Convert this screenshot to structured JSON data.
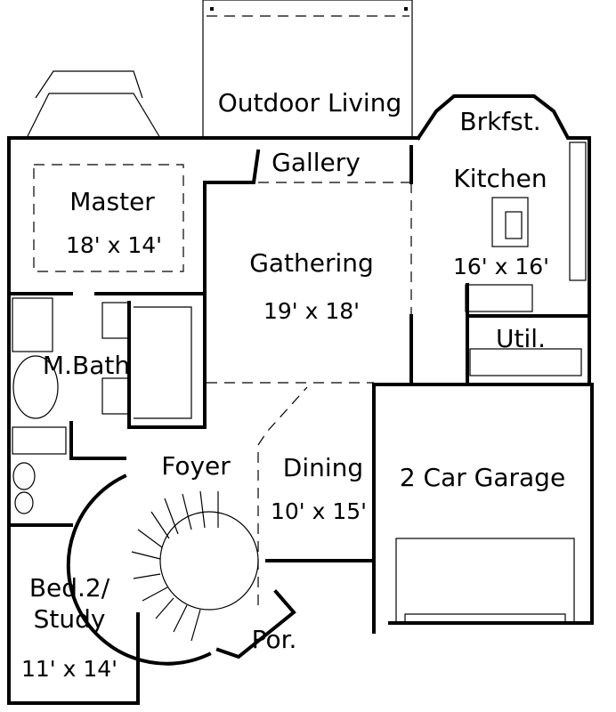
{
  "rooms": [
    {
      "name": "Outdoor Living",
      "size": ""
    },
    {
      "name": "Brkfst.",
      "size": ""
    },
    {
      "name": "Gallery",
      "size": ""
    },
    {
      "name": "Kitchen",
      "size": "16' x 16'"
    },
    {
      "name": "Master",
      "size": "18' x 14'"
    },
    {
      "name": "Gathering",
      "size": "19' x 18'"
    },
    {
      "name": "Util.",
      "size": ""
    },
    {
      "name": "M.Bath",
      "size": ""
    },
    {
      "name": "Foyer",
      "size": ""
    },
    {
      "name": "Dining",
      "size": "10' x 15'"
    },
    {
      "name": "2 Car Garage",
      "size": ""
    },
    {
      "name": "Bed.2/",
      "size": "11' x 14'"
    },
    {
      "name": "Study",
      "size": ""
    },
    {
      "name": "Por.",
      "size": ""
    }
  ]
}
